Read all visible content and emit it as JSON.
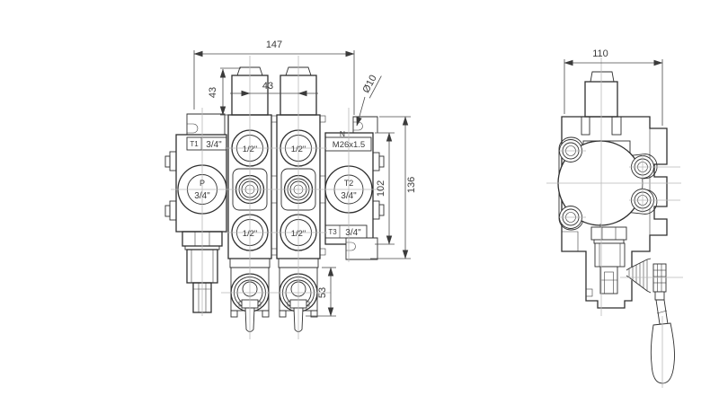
{
  "labels": {
    "dim_overall_width": "147",
    "dim_cap_height": "43",
    "dim_cap_spacing": "43",
    "dim_mount_hole": "Ø10",
    "dim_body_height": "102",
    "dim_overall_height": "136",
    "dim_lever_depth": "53",
    "dim_side_width": "110",
    "port_t1": "T1",
    "port_t1_size": "3/4\"",
    "port_p": "P",
    "port_p_size": "3/4\"",
    "port_n": "N",
    "port_n_thread": "M26x1.5",
    "port_t2": "T2",
    "port_t2_size": "3/4\"",
    "port_t3": "T3",
    "port_t3_size": "3/4\"",
    "port_work_size": "1/2\""
  }
}
